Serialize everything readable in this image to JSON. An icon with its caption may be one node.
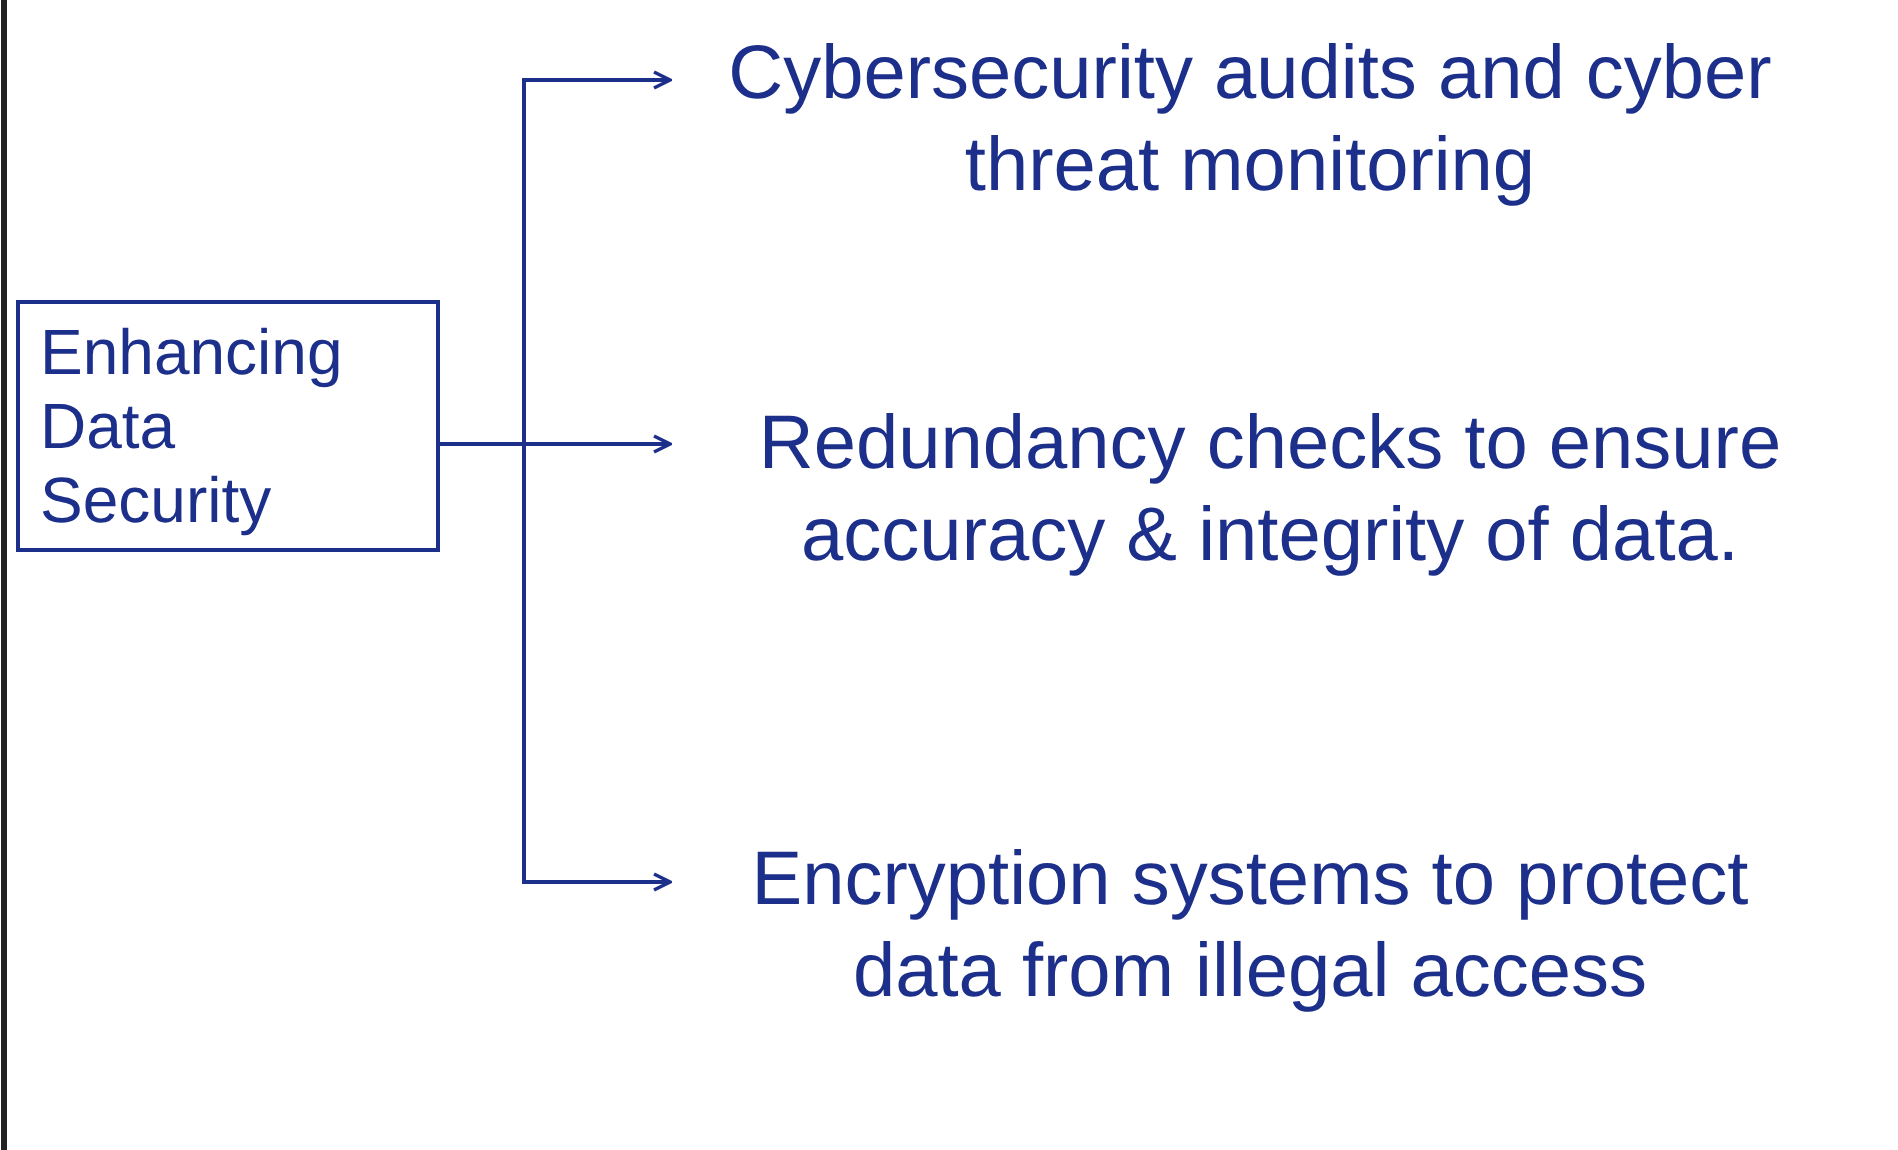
{
  "diagram": {
    "nodes": [
      {
        "text": [
          "Enhancing Data Security"
        ]
      },
      {
        "text": [
          "Cybersecurity audits and cyber threat monitoring"
        ]
      },
      {
        "text": [
          "Redundancy checks to ensure accuracy & integrity of data."
        ]
      },
      {
        "text": [
          "Encryption systems to protect data from illegal access"
        ]
      }
    ],
    "edges": [
      {
        "from": 0,
        "to": 1,
        "arrow": "to"
      },
      {
        "from": 0,
        "to": 2,
        "arrow": "to"
      },
      {
        "from": 0,
        "to": 3,
        "arrow": "to"
      }
    ]
  }
}
